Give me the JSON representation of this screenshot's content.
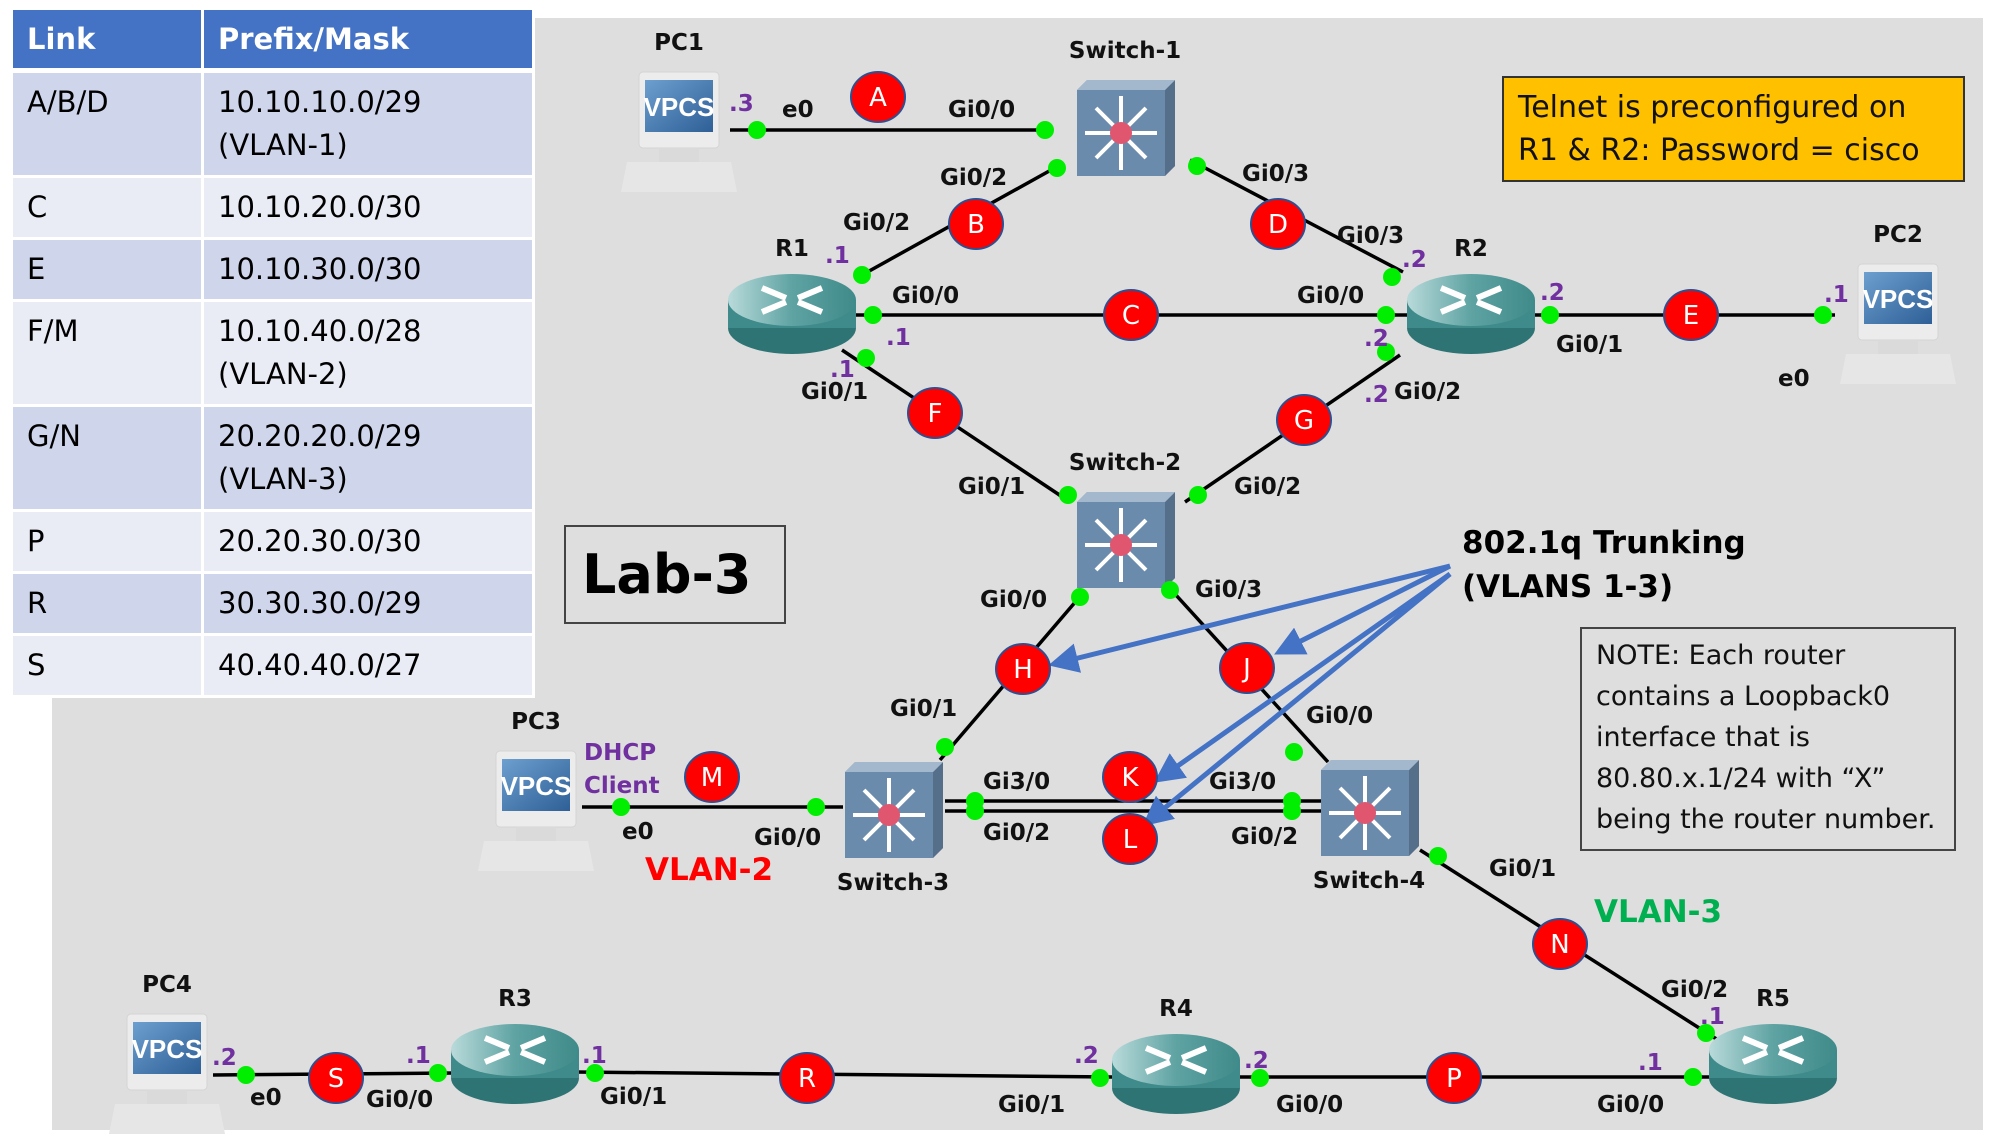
{
  "table": {
    "headers": [
      "Link",
      "Prefix/Mask"
    ],
    "rows": [
      {
        "link": "A/B/D",
        "prefix": "10.10.10.0/29",
        "vlan": "(VLAN-1)"
      },
      {
        "link": "C",
        "prefix": "10.10.20.0/30",
        "vlan": ""
      },
      {
        "link": "E",
        "prefix": "10.10.30.0/30",
        "vlan": ""
      },
      {
        "link": "F/M",
        "prefix": "10.10.40.0/28",
        "vlan": "(VLAN-2)"
      },
      {
        "link": "G/N",
        "prefix": "20.20.20.0/29",
        "vlan": "(VLAN-3)"
      },
      {
        "link": "P",
        "prefix": "20.20.30.0/30",
        "vlan": ""
      },
      {
        "link": "R",
        "prefix": "30.30.30.0/29",
        "vlan": ""
      },
      {
        "link": "S",
        "prefix": "40.40.40.0/27",
        "vlan": ""
      }
    ]
  },
  "notes": {
    "telnet_line1": "Telnet is preconfigured on",
    "telnet_line2": "R1 & R2: Password = cisco",
    "loopback": "NOTE: Each router\ncontains a Loopback0\ninterface that is\n80.80.x.1/24 with “X”\nbeing the router number.",
    "lab_title": "Lab-3",
    "trunk_line1": "802.1q Trunking",
    "trunk_line2": "(VLANS 1-3)",
    "vlan2": "VLAN-2",
    "vlan3": "VLAN-3",
    "dhcp_line1": "DHCP",
    "dhcp_line2": "Client"
  },
  "colors": {
    "canvas": "#dedede",
    "link_marker": "#ff0000",
    "port_dot": "#00ee00",
    "ip_text": "#7030a0",
    "arrow": "#4472c4",
    "router": "#3f8a8a",
    "switch": "#6a8bac"
  },
  "devices": [
    {
      "id": "PC1",
      "type": "vpcs",
      "label": "PC1",
      "screen": "VPCS"
    },
    {
      "id": "PC2",
      "type": "vpcs",
      "label": "PC2",
      "screen": "VPCS"
    },
    {
      "id": "PC3",
      "type": "vpcs",
      "label": "PC3",
      "screen": "VPCS"
    },
    {
      "id": "PC4",
      "type": "vpcs",
      "label": "PC4",
      "screen": "VPCS"
    },
    {
      "id": "SW1",
      "type": "switch",
      "label": "Switch-1"
    },
    {
      "id": "SW2",
      "type": "switch",
      "label": "Switch-2"
    },
    {
      "id": "SW3",
      "type": "switch",
      "label": "Switch-3"
    },
    {
      "id": "SW4",
      "type": "switch",
      "label": "Switch-4"
    },
    {
      "id": "R1",
      "type": "router",
      "label": "R1"
    },
    {
      "id": "R2",
      "type": "router",
      "label": "R2"
    },
    {
      "id": "R3",
      "type": "router",
      "label": "R3"
    },
    {
      "id": "R4",
      "type": "router",
      "label": "R4"
    },
    {
      "id": "R5",
      "type": "router",
      "label": "R5"
    }
  ],
  "links": [
    {
      "marker": "A",
      "from": "PC1",
      "to": "SW1"
    },
    {
      "marker": "B",
      "from": "R1",
      "to": "SW1"
    },
    {
      "marker": "C",
      "from": "R1",
      "to": "R2"
    },
    {
      "marker": "D",
      "from": "SW1",
      "to": "R2"
    },
    {
      "marker": "E",
      "from": "R2",
      "to": "PC2"
    },
    {
      "marker": "F",
      "from": "R1",
      "to": "SW2"
    },
    {
      "marker": "G",
      "from": "R2",
      "to": "SW2"
    },
    {
      "marker": "H",
      "from": "SW2",
      "to": "SW3"
    },
    {
      "marker": "J",
      "from": "SW2",
      "to": "SW4"
    },
    {
      "marker": "K",
      "from": "SW3",
      "to": "SW4"
    },
    {
      "marker": "L",
      "from": "SW3",
      "to": "SW4"
    },
    {
      "marker": "M",
      "from": "PC3",
      "to": "SW3"
    },
    {
      "marker": "N",
      "from": "SW4",
      "to": "R5"
    },
    {
      "marker": "P",
      "from": "R4",
      "to": "R5"
    },
    {
      "marker": "R",
      "from": "R3",
      "to": "R4"
    },
    {
      "marker": "S",
      "from": "PC4",
      "to": "R3"
    }
  ],
  "port_labels": {
    "pc1_e0": "e0",
    "sw1_gi00": "Gi0/0",
    "sw1_gi02": "Gi0/2",
    "sw1_gi03": "Gi0/3",
    "r1_gi02": "Gi0/2",
    "r1_gi00": "Gi0/0",
    "r1_gi01": "Gi0/1",
    "r2_gi03": "Gi0/3",
    "r2_gi00": "Gi0/0",
    "r2_gi01": "Gi0/1",
    "r2_gi02": "Gi0/2",
    "pc2_e0": "e0",
    "sw2_gi01": "Gi0/1",
    "sw2_gi02": "Gi0/2",
    "sw2_gi00": "Gi0/0",
    "sw2_gi03": "Gi0/3",
    "sw3_gi01": "Gi0/1",
    "sw3_gi30": "Gi3/0",
    "sw3_gi02": "Gi0/2",
    "sw3_gi00": "Gi0/0",
    "sw4_gi00": "Gi0/0",
    "sw4_gi30": "Gi3/0",
    "sw4_gi02": "Gi0/2",
    "sw4_gi01": "Gi0/1",
    "pc3_e0": "e0",
    "r5_gi02": "Gi0/2",
    "r5_gi00": "Gi0/0",
    "pc4_e0": "e0",
    "r3_gi00": "Gi0/0",
    "r3_gi01": "Gi0/1",
    "r4_gi01": "Gi0/1",
    "r4_gi00": "Gi0/0"
  },
  "ip_labels": {
    "pc1": ".3",
    "r1_gi02": ".1",
    "r1_gi00": ".1",
    "r1_gi01": ".1",
    "r2_gi03": ".2",
    "r2_gi00": ".2",
    "r2_gi01": ".2",
    "r2_gi02": ".2",
    "pc2": ".1",
    "r5_gi02": ".1",
    "r5_gi00": ".1",
    "pc4": ".2",
    "r3_gi00": ".1",
    "r3_gi01": ".1",
    "r4_gi01": ".2",
    "r4_gi00": ".2"
  }
}
